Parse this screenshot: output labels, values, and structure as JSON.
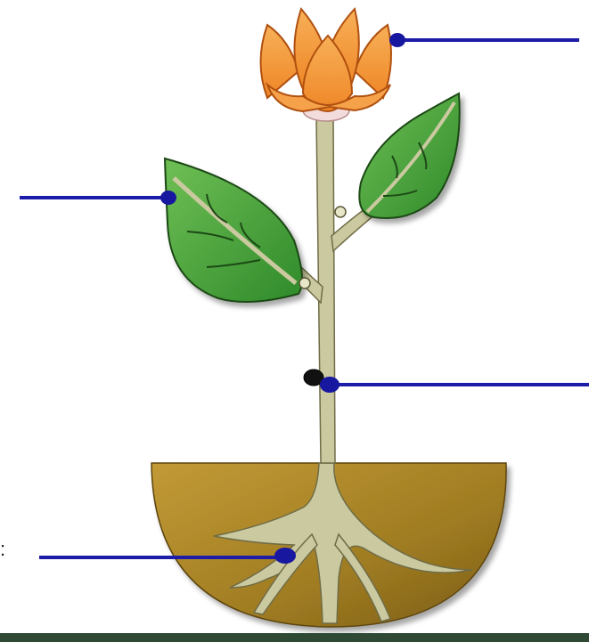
{
  "diagram": {
    "left_edge_glyph": ":",
    "colors": {
      "pointer_line": "#1c1ca8",
      "pointer_dot": "#1717a0",
      "petals": "#f2922e",
      "petals_light": "#f8b058",
      "petal_outline": "#b0500f",
      "receptacle": "#f3dcdc",
      "leaf": "#3f9a35",
      "leaf_light": "#78c25a",
      "leaf_outline": "#1c4a14",
      "stem": "#cbc9a0",
      "stem_outline": "#6f6c47",
      "soil": "#a07c22",
      "soil_dark": "#7a5c16",
      "bottom_band": "#2e4a35"
    },
    "parts": [
      {
        "key": "flower",
        "icon": "flower-icon"
      },
      {
        "key": "leaf",
        "icon": "leaf-icon"
      },
      {
        "key": "stem",
        "icon": "stem-icon"
      },
      {
        "key": "root",
        "icon": "root-icon"
      }
    ]
  }
}
